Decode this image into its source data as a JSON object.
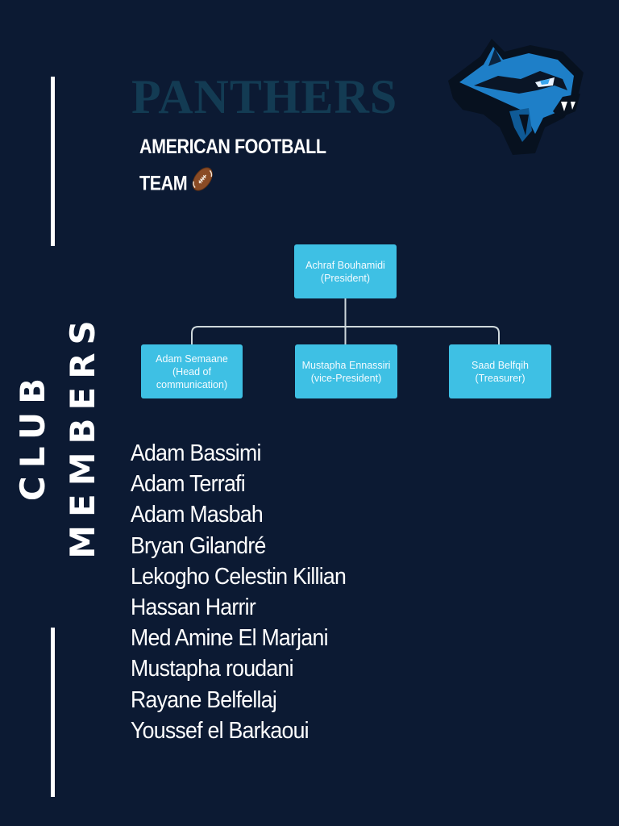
{
  "side_title": {
    "line1": "CLUB",
    "line2": "MEMBERS"
  },
  "brand": {
    "name": "PANTHERS",
    "subtitle_line1": "AMERICAN FOOTBALL",
    "subtitle_line2": "TEAM"
  },
  "icons": {
    "logo": "panther-head-icon",
    "ball": "football-icon"
  },
  "colors": {
    "background": "#0c1a33",
    "brand_text": "#133b53",
    "node_fill": "#3ec0e4",
    "connector": "#cfd8dc"
  },
  "org_chart": {
    "root": {
      "name": "Achraf Bouhamidi",
      "role": "(President)"
    },
    "children": [
      {
        "name": "Adam Semaane",
        "role_line1": "(Head of",
        "role_line2": "communication)"
      },
      {
        "name": "Mustapha Ennassiri",
        "role": "(vice-President)"
      },
      {
        "name": "Saad Belfqih",
        "role": "(Treasurer)"
      }
    ]
  },
  "members": [
    "Adam Bassimi",
    "Adam Terrafi",
    "Adam Masbah",
    "Bryan Gilandré",
    "Lekogho Celestin Killian",
    "Hassan Harrir",
    "Med Amine El Marjani",
    "Mustapha roudani",
    "Rayane Belfellaj",
    "Youssef el Barkaoui"
  ]
}
